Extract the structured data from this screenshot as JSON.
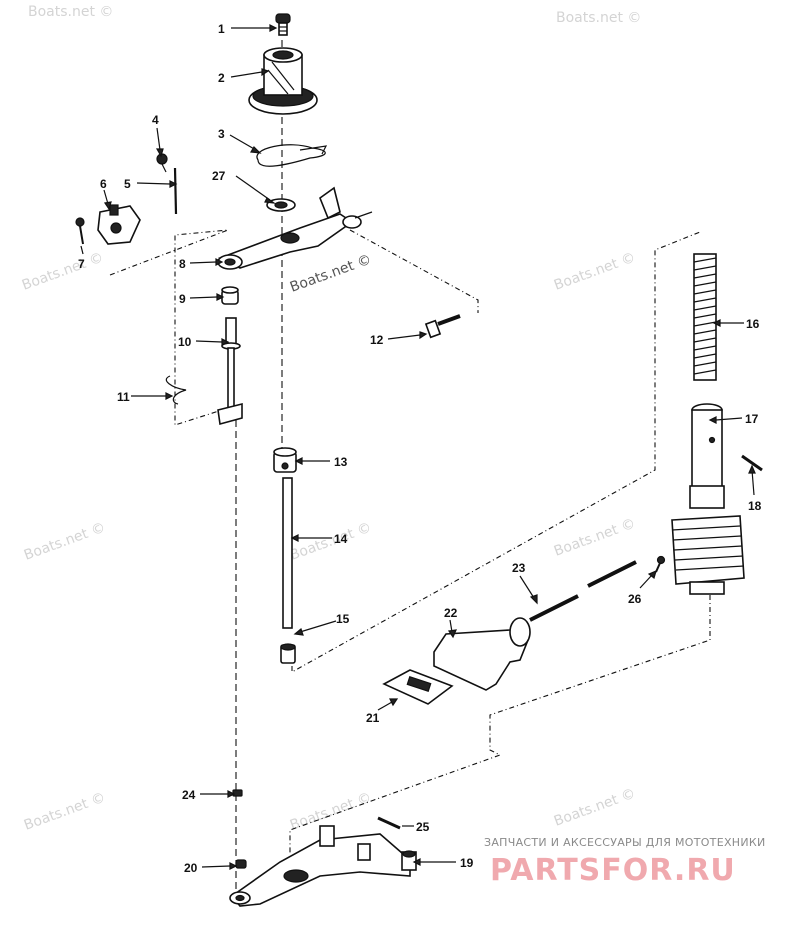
{
  "watermark_text": "Boats.net ©",
  "brand": {
    "subtitle": "ЗАПЧАСТИ И АКСЕССУАРЫ ДЛЯ МОТОТЕХНИКИ",
    "logo": "PARTSFOR.RU"
  },
  "colors": {
    "watermark": "#d4d4d4",
    "brand_logo": "#f0a9ae",
    "ink": "#111111"
  },
  "callouts": [
    {
      "id": "c1",
      "text": "1"
    },
    {
      "id": "c2",
      "text": "2"
    },
    {
      "id": "c3",
      "text": "3"
    },
    {
      "id": "c4",
      "text": "4"
    },
    {
      "id": "c5",
      "text": "5"
    },
    {
      "id": "c6",
      "text": "6"
    },
    {
      "id": "c7",
      "text": "7"
    },
    {
      "id": "c8",
      "text": "8"
    },
    {
      "id": "c9",
      "text": "9"
    },
    {
      "id": "c10",
      "text": "10"
    },
    {
      "id": "c11",
      "text": "11"
    },
    {
      "id": "c12",
      "text": "12"
    },
    {
      "id": "c13",
      "text": "13"
    },
    {
      "id": "c14",
      "text": "14"
    },
    {
      "id": "c15",
      "text": "15"
    },
    {
      "id": "c16",
      "text": "16"
    },
    {
      "id": "c17",
      "text": "17"
    },
    {
      "id": "c18",
      "text": "18"
    },
    {
      "id": "c19",
      "text": "19"
    },
    {
      "id": "c20",
      "text": "20"
    },
    {
      "id": "c21",
      "text": "21"
    },
    {
      "id": "c22",
      "text": "22"
    },
    {
      "id": "c23",
      "text": "23"
    },
    {
      "id": "c24",
      "text": "24"
    },
    {
      "id": "c25",
      "text": "25"
    },
    {
      "id": "c26",
      "text": "26"
    },
    {
      "id": "c27",
      "text": "27"
    }
  ]
}
